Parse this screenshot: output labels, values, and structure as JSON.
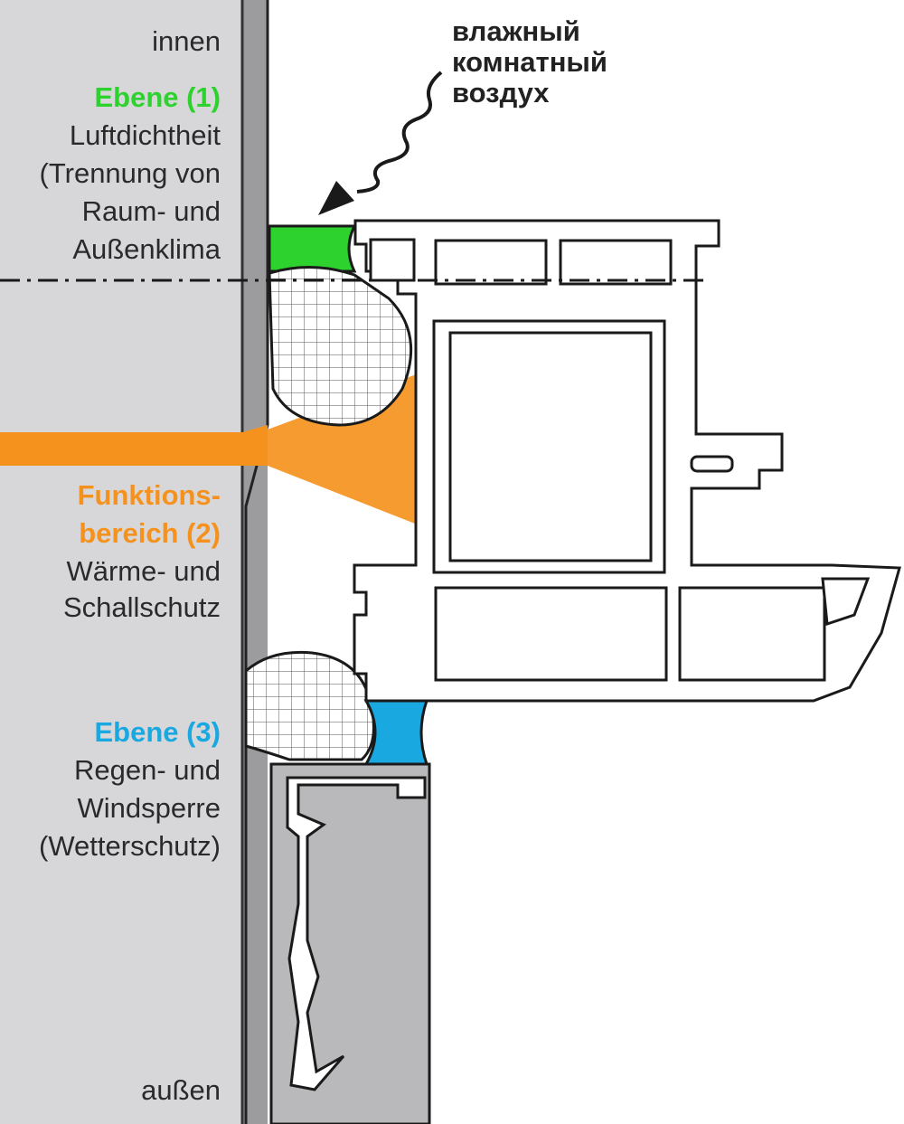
{
  "labels": {
    "inside": "innen",
    "outside": "außen",
    "level1": {
      "heading": "Ebene (1)",
      "lines": [
        "Luftdichtheit",
        "(Trennung von",
        "Raum- und",
        "Außenklima"
      ]
    },
    "level2": {
      "heading_lines": [
        "Funktions-",
        "bereich (2)"
      ],
      "lines": [
        "Wärme- und",
        "Schallschutz"
      ]
    },
    "level3": {
      "heading": "Ebene (3)",
      "lines": [
        "Regen- und",
        "Windsperre",
        "(Wetterschutz)"
      ]
    },
    "annotation_lines": [
      "влажный",
      "комнатный",
      "воздух"
    ]
  },
  "colors": {
    "wall": "#d7d7d9",
    "level1": "#2ed22e",
    "level2": "#f5921e",
    "level3": "#1aa8e0",
    "sill": "#b9b9bc",
    "outline": "#1a1a1a",
    "text": "#2a2a2a"
  },
  "icons": [
    "wavy-arrow-icon"
  ]
}
